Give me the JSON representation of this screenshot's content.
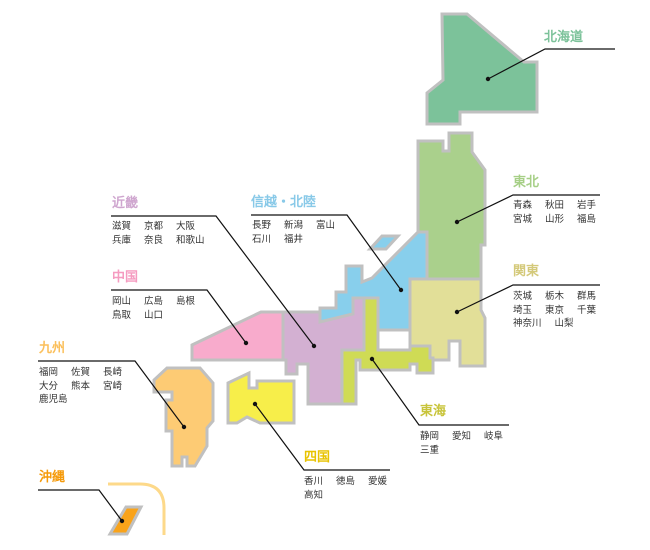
{
  "map": {
    "border_color": "#c0c0c0",
    "leader_color": "#111111",
    "okinawa_frame_color": "#fdd98a"
  },
  "regions": [
    {
      "id": "hokkaido",
      "name": "北海道",
      "color": "#7cc29a",
      "label_color": "#7cc29a",
      "prefectures": []
    },
    {
      "id": "tohoku",
      "name": "東北",
      "color": "#aad08c",
      "label_color": "#a6cf86",
      "prefectures": [
        [
          "青森",
          "秋田",
          "岩手"
        ],
        [
          "宮城",
          "山形",
          "福島"
        ]
      ]
    },
    {
      "id": "kanto",
      "name": "関東",
      "color": "#e2df98",
      "label_color": "#d4c97a",
      "prefectures": [
        [
          "茨城",
          "栃木",
          "群馬"
        ],
        [
          "埼玉",
          "東京",
          "千葉"
        ],
        [
          "神奈川",
          "山梨"
        ]
      ]
    },
    {
      "id": "shinetsu_hokuriku",
      "name": "信越・北陸",
      "color": "#88cfec",
      "label_color": "#88c9e8",
      "prefectures": [
        [
          "長野",
          "新潟",
          "富山"
        ],
        [
          "石川",
          "福井"
        ]
      ]
    },
    {
      "id": "kinki",
      "name": "近畿",
      "color": "#d3b0d2",
      "label_color": "#cfa6cf",
      "prefectures": [
        [
          "滋賀",
          "京都",
          "大阪"
        ],
        [
          "兵庫",
          "奈良",
          "和歌山"
        ]
      ]
    },
    {
      "id": "chugoku",
      "name": "中国",
      "color": "#f8abcc",
      "label_color": "#f59bc0",
      "prefectures": [
        [
          "岡山",
          "広島",
          "島根"
        ],
        [
          "鳥取",
          "山口"
        ]
      ]
    },
    {
      "id": "tokai",
      "name": "東海",
      "color": "#cfdb55",
      "label_color": "#c8c43a",
      "prefectures": [
        [
          "静岡",
          "愛知",
          "岐阜"
        ],
        [
          "三重"
        ]
      ]
    },
    {
      "id": "shikoku",
      "name": "四国",
      "color": "#f7ee4a",
      "label_color": "#e8c300",
      "prefectures": [
        [
          "香川",
          "徳島",
          "愛媛"
        ],
        [
          "高知"
        ]
      ]
    },
    {
      "id": "kyushu",
      "name": "九州",
      "color": "#fdcb74",
      "label_color": "#fbc05c",
      "prefectures": [
        [
          "福岡",
          "佐賀",
          "長崎"
        ],
        [
          "大分",
          "熊本",
          "宮崎"
        ],
        [
          "鹿児島"
        ]
      ]
    },
    {
      "id": "okinawa",
      "name": "沖縄",
      "color": "#f9a31a",
      "label_color": "#f59a0a",
      "prefectures": []
    }
  ]
}
